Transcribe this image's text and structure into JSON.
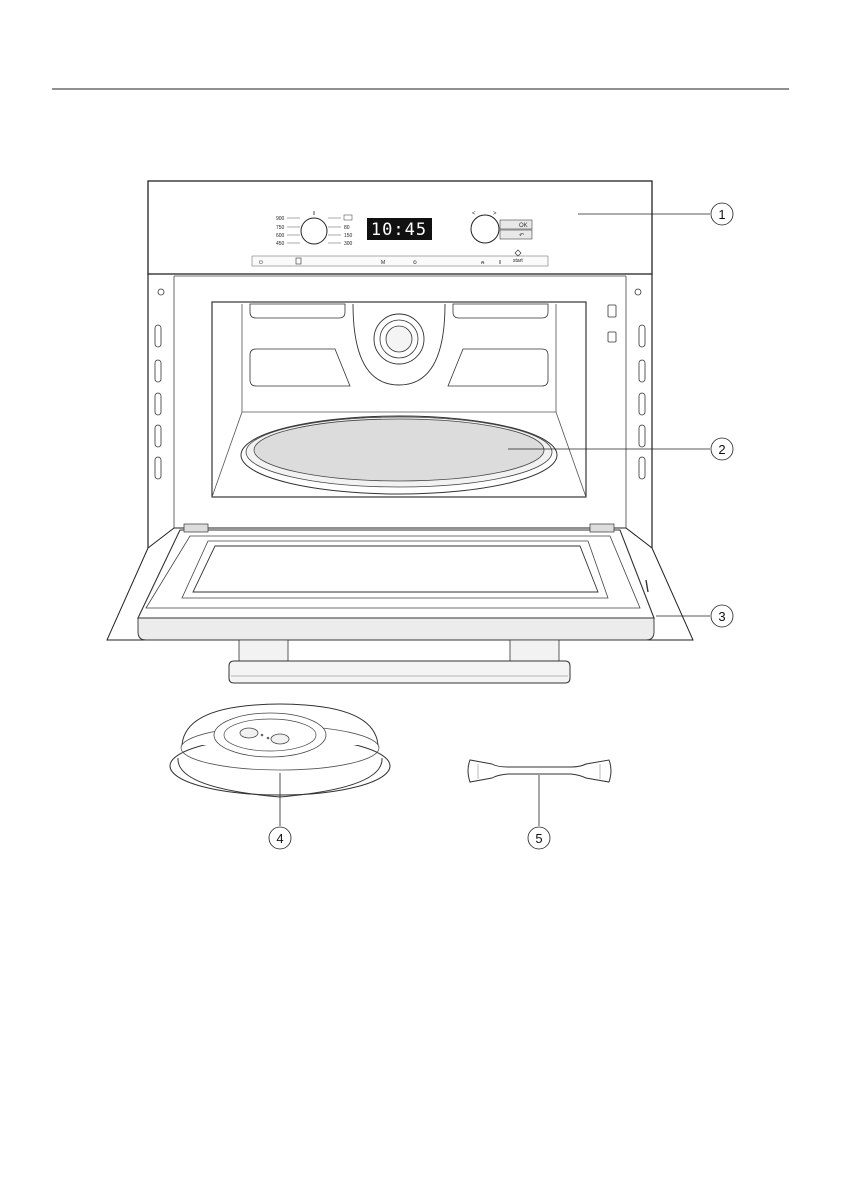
{
  "display": {
    "time": "10:45"
  },
  "power_levels_left": [
    "900",
    "750",
    "600",
    "450"
  ],
  "power_levels_right": [
    "",
    "80",
    "150",
    "300"
  ],
  "buttons": {
    "ok": "OK",
    "back": "↶",
    "start": "start",
    "prev": "<",
    "next": ">"
  },
  "touch_bar": [
    "⏻",
    "M",
    "⏲",
    "⍾",
    "‖"
  ],
  "callouts": [
    {
      "number": "1"
    },
    {
      "number": "2"
    },
    {
      "number": "3"
    },
    {
      "number": "4"
    },
    {
      "number": "5"
    }
  ]
}
